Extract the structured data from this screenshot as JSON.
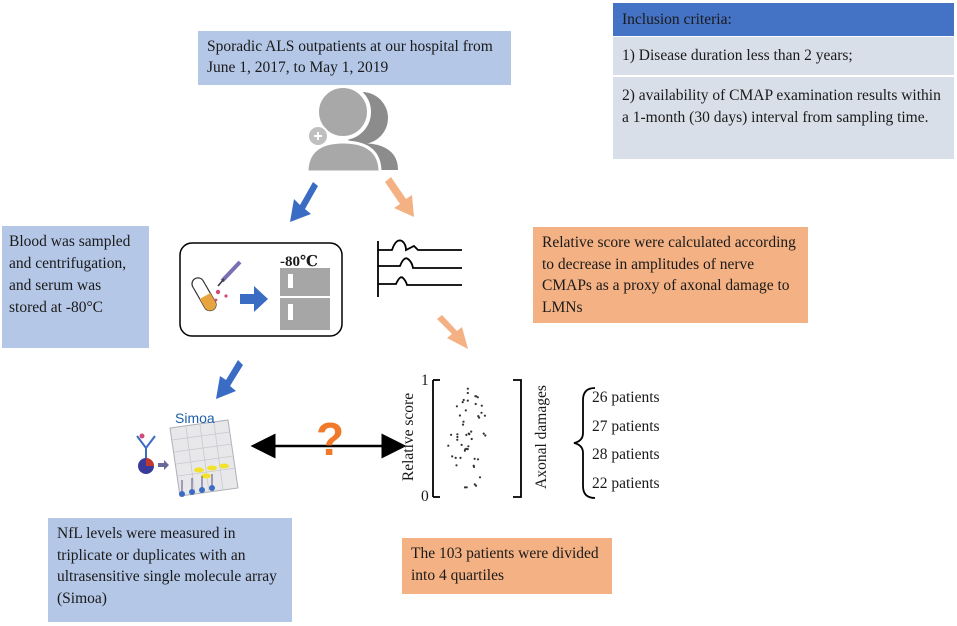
{
  "source_box": {
    "text": "Sporadic ALS outpatients at our hospital from June 1, 2017, to May 1, 2019"
  },
  "inclusion": {
    "title": "Inclusion criteria:",
    "item1": "1) Disease duration less than 2 years;",
    "item2": "2) availability of CMAP examination results within a 1-month (30 days) interval from sampling time."
  },
  "blood_box": {
    "text": "Blood was sampled and centrifugation, and serum was stored at -80°C"
  },
  "freezer": {
    "temp": "-80℃"
  },
  "score_box": {
    "text": "Relative score were calculated according to decrease in amplitudes of nerve CMAPs as a proxy of axonal damage to LMNs"
  },
  "simoa": {
    "label": "Simoa"
  },
  "nfl_box": {
    "text": "NfL levels were measured in triplicate or duplicates with an ultrasensitive single molecule array (Simoa)"
  },
  "question": {
    "mark": "?"
  },
  "plot": {
    "ylabel": "Relative score",
    "right_label": "Axonal damages",
    "tick_top": "1",
    "tick_bottom": "0",
    "groups": [
      "26 patients",
      "27 patients",
      "28 patients",
      "22 patients"
    ]
  },
  "quartile_box": {
    "text": "The 103 patients were divided into 4 quartiles"
  },
  "colors": {
    "blue_box": "#b4c7e7",
    "salmon_box": "#f4b183",
    "arrow_blue": "#3a6cc4",
    "arrow_salmon": "#f4b183",
    "question": "#f07a2a"
  }
}
